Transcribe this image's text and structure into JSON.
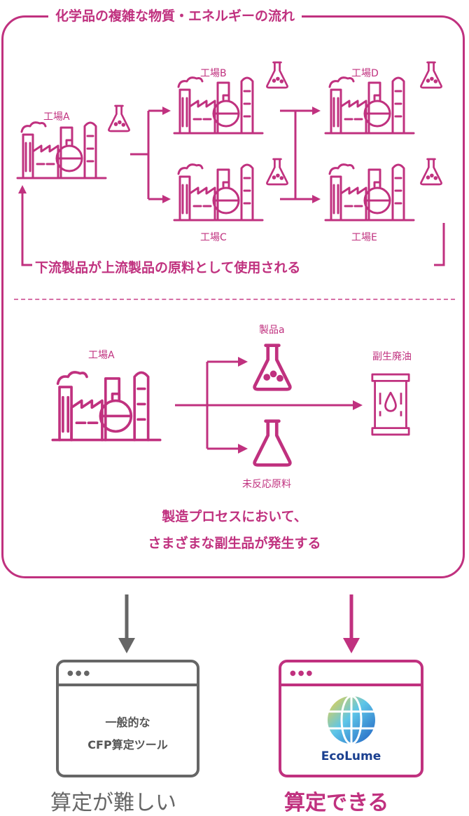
{
  "frame": {
    "title": "化学品の複雑な物質・エネルギーの流れ"
  },
  "top_flow": {
    "factories": [
      {
        "id": "A",
        "label": "工場A"
      },
      {
        "id": "B",
        "label": "工場B"
      },
      {
        "id": "C",
        "label": "工場C"
      },
      {
        "id": "D",
        "label": "工場D"
      },
      {
        "id": "E",
        "label": "工場E"
      }
    ],
    "feedback_text": "下流製品が上流製品の原料として使用される"
  },
  "bottom_flow": {
    "factory_label": "工場A",
    "product_label": "製品a",
    "byproduct_label": "副生廃油",
    "unreacted_label": "未反応原料",
    "message_line1": "製造プロセスにおいて、",
    "message_line2": "さまざまな副生品が発生する"
  },
  "results": {
    "left": {
      "window_line1": "一般的な",
      "window_line2": "CFP算定ツール",
      "caption": "算定が難しい"
    },
    "right": {
      "logo_text": "EcoLume",
      "caption": "算定できる"
    }
  },
  "colors": {
    "accent": "#c0317f",
    "gray": "#666666"
  }
}
